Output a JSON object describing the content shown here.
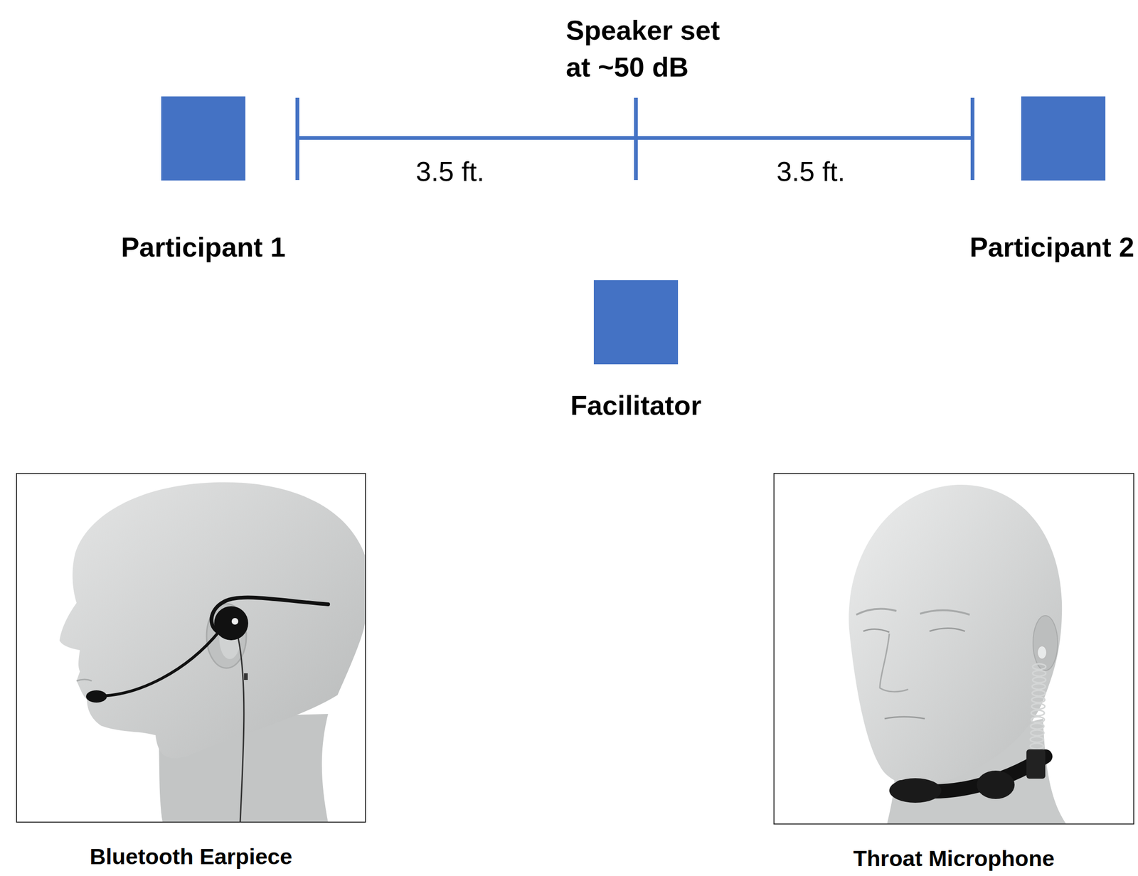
{
  "diagram": {
    "nodes": [
      {
        "text": [
          "Participant 1"
        ]
      },
      {
        "text": [
          "Participant 2"
        ]
      },
      {
        "text": [
          "Facilitator"
        ]
      },
      {
        "text": [
          "Bluetooth Earpiece"
        ]
      },
      {
        "text": [
          "Throat Microphone"
        ]
      }
    ],
    "labels": [
      "Speaker set at ~50 dB",
      "3.5 ft.",
      "3.5 ft."
    ]
  }
}
